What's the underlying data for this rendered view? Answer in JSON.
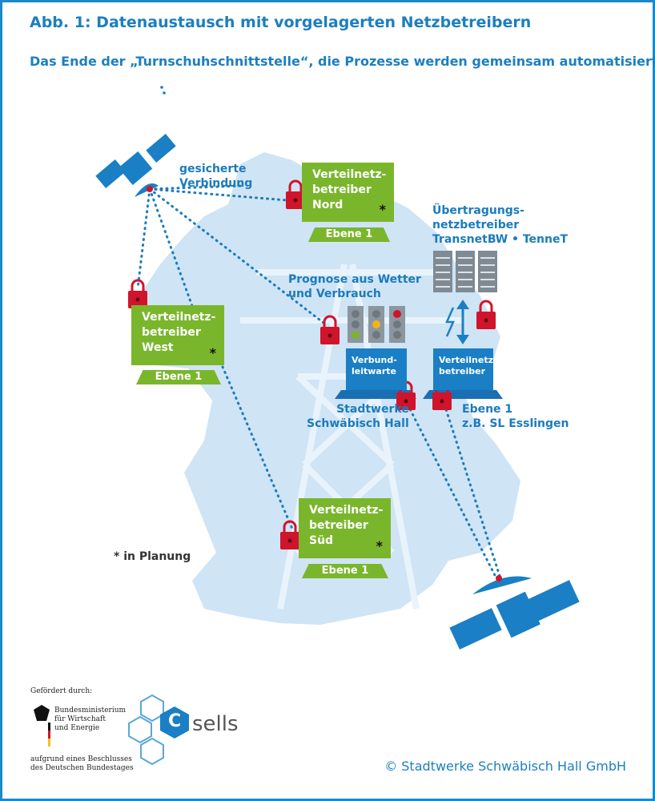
{
  "title": "Abb. 1: Datenaustausch mit vorgelagerten Netzbetreibern",
  "subtitle": "Das Ende der „Turnschuhschnittstelle“, die Prozesse werden gemeinsam automatisiert!",
  "secure_connection": [
    "gesicherte",
    "Verbindung"
  ],
  "operators": {
    "nord": {
      "line1": "Verteilnetz-",
      "line2": "betreiber",
      "line3": "Nord",
      "star": "*",
      "level": "Ebene 1"
    },
    "west": {
      "line1": "Verteilnetz-",
      "line2": "betreiber",
      "line3": "West",
      "star": "*",
      "level": "Ebene 1"
    },
    "sued": {
      "line1": "Verteilnetz-",
      "line2": "betreiber",
      "line3": "Süd",
      "star": "*",
      "level": "Ebene 1"
    }
  },
  "transmission": {
    "line1": "Übertragungs-",
    "line2": "netzbetreiber",
    "line3": "TransnetBW • TenneT"
  },
  "forecast": {
    "line1": "Prognose aus Wetter",
    "line2": "und Verbrauch"
  },
  "verbund": {
    "line1": "Verbund-",
    "line2": "leitwarte"
  },
  "stadtwerke": {
    "line1": "Stadtwerke",
    "line2": "Schwäbisch Hall"
  },
  "esslingen_box": {
    "line1": "Verteilnetz-",
    "line2": "betreiber"
  },
  "esslingen": {
    "line1": "Ebene 1",
    "line2": "z.B. SL Esslingen"
  },
  "planning_note": "* in Planung",
  "funding": {
    "heading": "Gefördert durch:",
    "ministry": [
      "Bundesministerium",
      "für Wirtschaft",
      "und Energie"
    ],
    "note": [
      "aufgrund eines Beschlusses",
      "des Deutschen Bundestages"
    ]
  },
  "csells_logo": {
    "letter": "C",
    "word": "sells"
  },
  "copyright": "© Stadtwerke Schwäbisch Hall GmbH",
  "colors": {
    "accent_blue": "#1c7fbf",
    "green": "#7ab62c",
    "lock_red": "#d0142c",
    "map_blue": "#cfe4f4"
  }
}
